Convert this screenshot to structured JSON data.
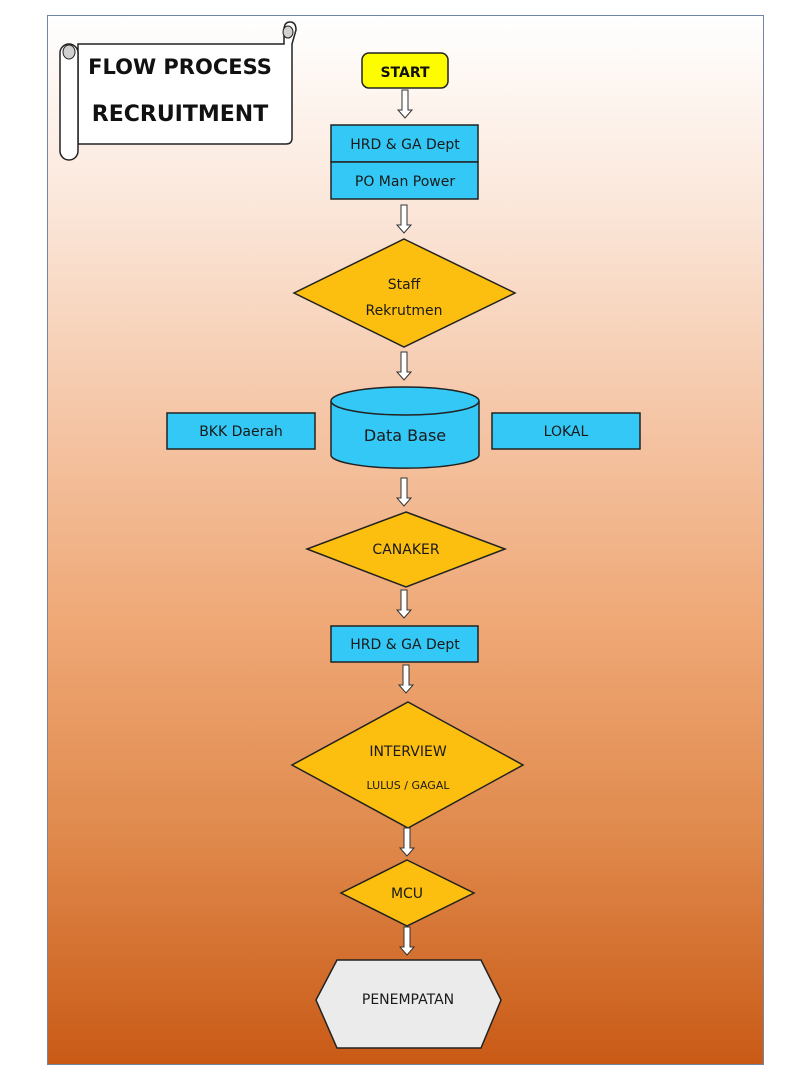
{
  "title": {
    "line1": "FLOW PROCESS",
    "line2": "RECRUITMENT"
  },
  "nodes": {
    "start": "START",
    "hrd_top": "HRD & GA Dept",
    "po_man_power": "PO Man Power",
    "staff_line1": "Staff",
    "staff_line2": "Rekrutmen",
    "bkk_daerah": "BKK Daerah",
    "database": "Data Base",
    "lokal": "LOKAL",
    "canaker": "CANAKER",
    "hrd_second": "HRD & GA Dept",
    "interview": "INTERVIEW",
    "interview_result": "LULUS / GAGAL",
    "mcu": "MCU",
    "penempatan": "PENEMPATAN"
  },
  "colors": {
    "process_blue": "#33c8f5",
    "decision_yellow": "#fcbf0f",
    "start_yellow": "#fdfd00",
    "terminal_gray": "#ebebeb"
  }
}
